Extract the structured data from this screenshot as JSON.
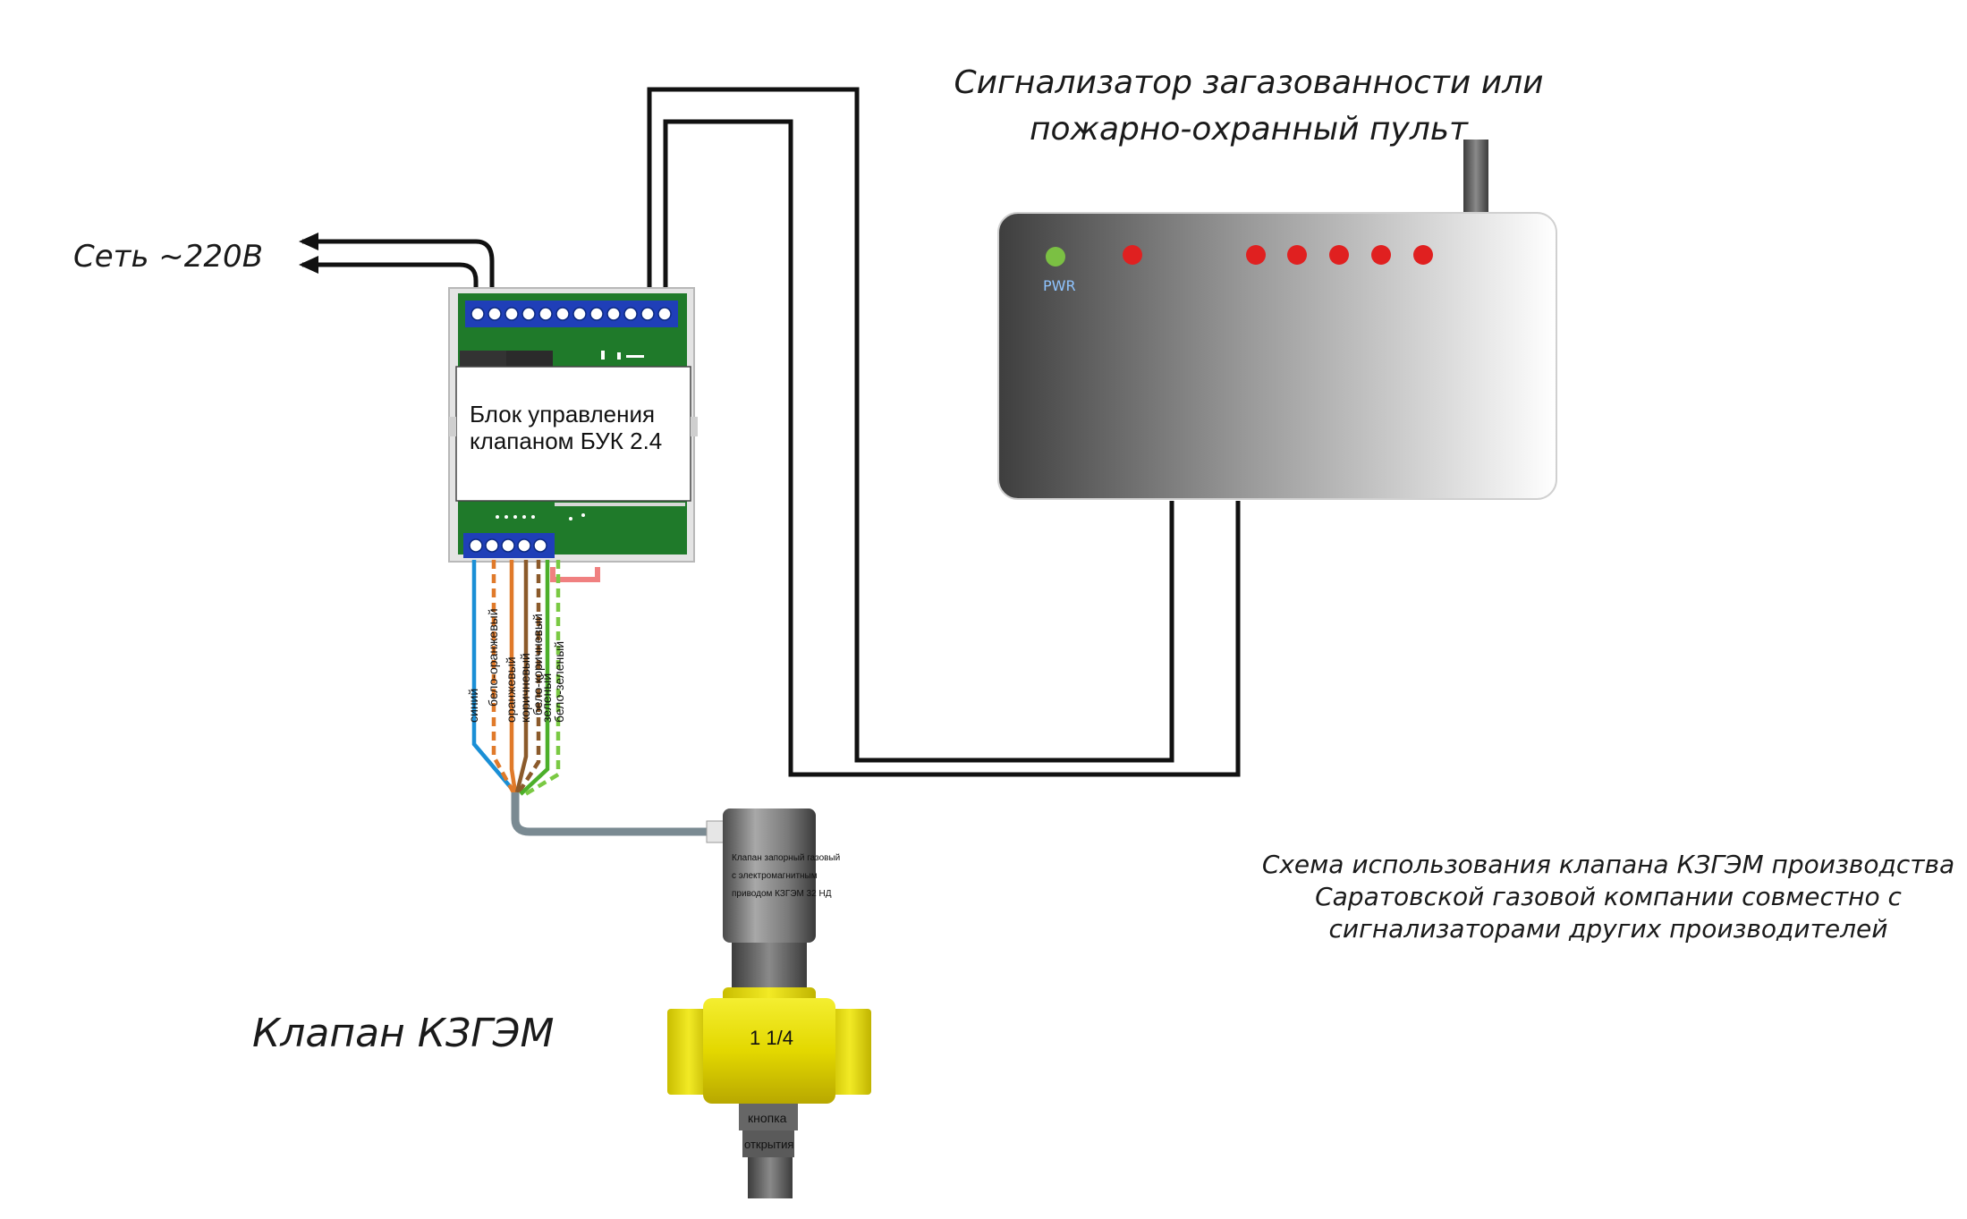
{
  "labels": {
    "mains": "Сеть ~220В",
    "detector_title_line1": "Сигнализатор загазованности или",
    "detector_title_line2": "пожарно-охранный пульт",
    "control_unit_line1": "Блок управления",
    "control_unit_line2": "клапаном БУК 2.4",
    "valve_name": "Клапан КЗГЭМ",
    "caption_line1": "Схема использования клапана КЗГЭМ производства",
    "caption_line2": "Саратовской газовой компании совместно с",
    "caption_line3": "сигнализаторами других производителей",
    "pwr_label": "PWR",
    "valve_body_line1": "Клапан запорный газовый",
    "valve_body_line2": "с электромагнитным",
    "valve_body_line3": "приводом КЗГЭМ 32 НД",
    "valve_knob_line1": "кнопка",
    "valve_knob_line2": "открытия"
  },
  "wires": [
    {
      "label": "синий",
      "color": "#1a8fd6",
      "style": "solid"
    },
    {
      "label": "бело-оранжевый",
      "color": "#e07a2a",
      "style": "dashed"
    },
    {
      "label": "оранжевый",
      "color": "#e07a2a",
      "style": "solid"
    },
    {
      "label": "коричневый",
      "color": "#8b5a2b",
      "style": "solid"
    },
    {
      "label": "бело-коричневый",
      "color": "#8b5a2b",
      "style": "dashed"
    },
    {
      "label": "зеленый",
      "color": "#4caf2a",
      "style": "solid"
    },
    {
      "label": "бело-зеленый",
      "color": "#7ac943",
      "style": "dashed"
    }
  ],
  "detector_leds": [
    {
      "name": "pwr-led",
      "color": "#7bc043"
    },
    {
      "name": "led-1",
      "color": "#e02020"
    },
    {
      "name": "led-2",
      "color": "#e02020"
    },
    {
      "name": "led-3",
      "color": "#e02020"
    },
    {
      "name": "led-4",
      "color": "#e02020"
    },
    {
      "name": "led-5",
      "color": "#e02020"
    },
    {
      "name": "led-6",
      "color": "#e02020"
    }
  ],
  "colors": {
    "pcb_green": "#1f7a2a",
    "terminal_blue": "#1f3fb8",
    "valve_brass": "#e8e000",
    "valve_cylinder": "#6e6e6e",
    "wire_black": "#111111"
  }
}
